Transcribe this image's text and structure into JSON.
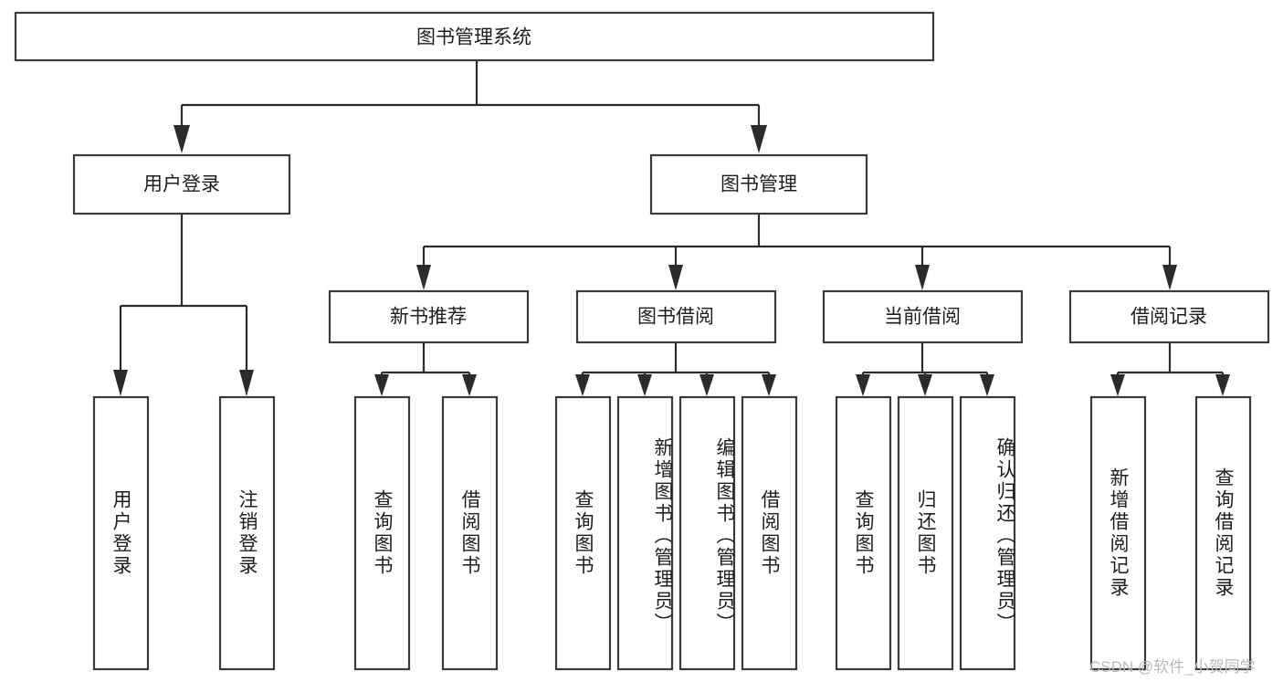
{
  "diagram": {
    "type": "tree-hierarchy",
    "title": "图书管理系统",
    "orientation": "top-down",
    "nodes": {
      "root": {
        "label": "图书管理系统",
        "level": 0
      },
      "user_login": {
        "label": "用户登录",
        "level": 1
      },
      "book_manage": {
        "label": "图书管理",
        "level": 1
      },
      "new_book_rec": {
        "label": "新书推荐",
        "level": 2
      },
      "book_borrow": {
        "label": "图书借阅",
        "level": 2
      },
      "current_borrow": {
        "label": "当前借阅",
        "level": 2
      },
      "borrow_record": {
        "label": "借阅记录",
        "level": 2
      },
      "leaf_1": {
        "label": "用户登录",
        "level": 3
      },
      "leaf_2": {
        "label": "注销登录",
        "level": 3
      },
      "leaf_3": {
        "label": "查询图书",
        "level": 3
      },
      "leaf_4": {
        "label": "借阅图书",
        "level": 3
      },
      "leaf_5": {
        "label": "查询图书",
        "level": 3
      },
      "leaf_6": {
        "label": "新增图书（管理员）",
        "level": 3
      },
      "leaf_7": {
        "label": "编辑图书（管理员）",
        "level": 3
      },
      "leaf_8": {
        "label": "借阅图书",
        "level": 3
      },
      "leaf_9": {
        "label": "查询图书",
        "level": 3
      },
      "leaf_10": {
        "label": "归还图书",
        "level": 3
      },
      "leaf_11": {
        "label": "确认归还（管理员）",
        "level": 3
      },
      "leaf_12": {
        "label": "新增借阅记录",
        "level": 3
      },
      "leaf_13": {
        "label": "查询借阅记录",
        "level": 3
      }
    },
    "edges": [
      {
        "from": "root",
        "to": "user_login"
      },
      {
        "from": "root",
        "to": "book_manage"
      },
      {
        "from": "book_manage",
        "to": "new_book_rec"
      },
      {
        "from": "book_manage",
        "to": "book_borrow"
      },
      {
        "from": "book_manage",
        "to": "current_borrow"
      },
      {
        "from": "book_manage",
        "to": "borrow_record"
      },
      {
        "from": "user_login",
        "to": "leaf_1"
      },
      {
        "from": "user_login",
        "to": "leaf_2"
      },
      {
        "from": "new_book_rec",
        "to": "leaf_3"
      },
      {
        "from": "new_book_rec",
        "to": "leaf_4"
      },
      {
        "from": "book_borrow",
        "to": "leaf_5"
      },
      {
        "from": "book_borrow",
        "to": "leaf_6"
      },
      {
        "from": "book_borrow",
        "to": "leaf_7"
      },
      {
        "from": "book_borrow",
        "to": "leaf_8"
      },
      {
        "from": "current_borrow",
        "to": "leaf_9"
      },
      {
        "from": "current_borrow",
        "to": "leaf_10"
      },
      {
        "from": "current_borrow",
        "to": "leaf_11"
      },
      {
        "from": "borrow_record",
        "to": "leaf_12"
      },
      {
        "from": "borrow_record",
        "to": "leaf_13"
      }
    ],
    "colors": {
      "box_fill": "#ffffff",
      "box_stroke": "#3a3a3a",
      "connector": "#2b2b2b",
      "text": "#1d1d1d",
      "background": "#ffffff",
      "watermark": "#b9b9b9"
    }
  },
  "watermark": {
    "text": "CSDN @软件_小贺同学"
  }
}
